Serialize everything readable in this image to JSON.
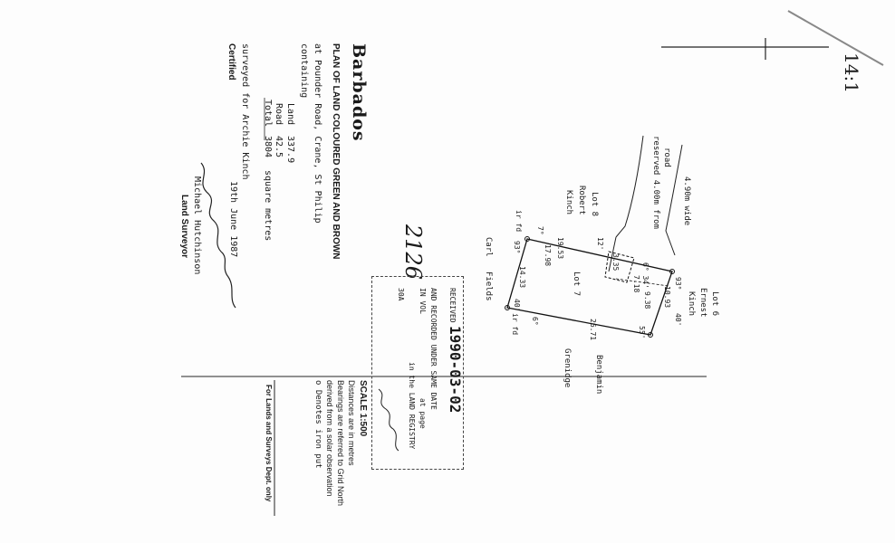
{
  "country": "Barbados",
  "plan": {
    "title": "PLAN OF LAND  COLOURED GREEN AND BROWN",
    "location": "at Pounder Road, Crane, St Philip",
    "containing": "containing",
    "land_label": "Land",
    "land_value": "337.9",
    "road_label": "Road",
    "road_value": "42.5",
    "total_label": "Total",
    "total_value": "3804",
    "units": "square metres",
    "surveyed_for": "surveyed for  Archie Kinch",
    "date": "19th  June  1987",
    "certified": "Certified",
    "surveyor_name": "Michael Hutchinson",
    "surveyor_title": "Land Surveyor"
  },
  "annotation_number": "2126",
  "corner_note": "14:1",
  "stamp": {
    "received": "RECEIVED",
    "date": "1990-03-02",
    "recorded": "AND RECORDED UNDER SAME DATE",
    "in_vol": "IN VOL",
    "at_page": "at page",
    "registry": "in the LAND REGISTRY",
    "file": "30A"
  },
  "scale": {
    "title": "SCALE 1:500",
    "note1": "Distances are in metres",
    "note2": "Bearings are referred to Grid North",
    "note3": "derived from a solar observation",
    "note4": "o  Denotes iron put"
  },
  "footer": "For Lands and Surveys Dept. only",
  "map": {
    "road_line1": "road",
    "road_line2": "reserved 4.00m from",
    "road_width": "4.90m  wide",
    "lot8": "Lot 8",
    "robert": "Robert",
    "kinch8": "Kinch",
    "lot6": "Lot 6",
    "ernest": "Ernest",
    "kinch6": "Kinch",
    "carl": "Carl",
    "fields": "Fields",
    "lot7": "Lot 7",
    "benjamin": "Benjamin",
    "grenidge": "Grenidge",
    "d1953": "19.53",
    "d1798": "17.98",
    "d1433": "14.33",
    "d2671": "26.71",
    "d1093": "10.93",
    "d938": "9.38",
    "d718": "7.18",
    "d335": "3.35",
    "bearing_a": "7°",
    "bearing_b": "12'",
    "bearing_c": "93°",
    "bearing_d": "40'",
    "bearing_e": "6°",
    "bearing_f": "55'",
    "bearing_g": "6° 34'",
    "bearing_h": "93°",
    "bearing_i": "40'",
    "iron1": "ir fd",
    "iron2": "ir fd"
  }
}
